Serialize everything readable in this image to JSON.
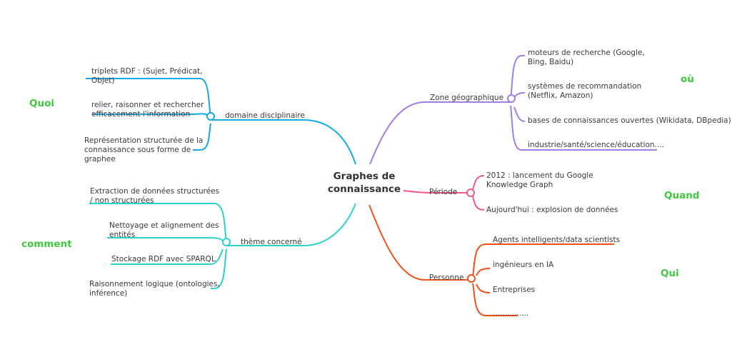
{
  "center": {
    "line1": "Graphes de",
    "line2": "connaissance"
  },
  "colors": {
    "blue": "#14a9e8",
    "teal": "#2ed1c9",
    "purple": "#a07ee6",
    "pink": "#ee5a8c",
    "orange": "#f0521c",
    "question": "#3fc93f"
  },
  "questions": {
    "quoi": "Quoi",
    "comment": "comment",
    "ou": "où",
    "quand": "Quand",
    "qui": "Qui"
  },
  "domaine": {
    "label": "domaine disciplinaire",
    "children": [
      [
        "triplets RDF : (Sujet, Prédicat,",
        "Objet)"
      ],
      [
        "relier, raisonner et rechercher",
        "efficacement l'information"
      ],
      [
        "Représentation structurée de la",
        "connaissance sous forme de",
        "graphee"
      ]
    ]
  },
  "theme": {
    "label": "thème concerné",
    "children": [
      [
        "Extraction de données structurées",
        "/ non structurées"
      ],
      [
        "Nettoyage et alignement des",
        "entités"
      ],
      [
        "Stockage RDF avec SPARQL"
      ],
      [
        "Raisonnement logique (ontologies,",
        "inférence)"
      ]
    ]
  },
  "zone": {
    "label": "Zone géographique",
    "children": [
      [
        "moteurs de recherche (Google,",
        "Bing, Baidu)"
      ],
      [
        "systèmes de recommandation",
        "(Netflix, Amazon)"
      ],
      [
        "bases de connaissances ouvertes (Wikidata, DBpedia)"
      ],
      [
        "industrie/santé/science/éducation...."
      ]
    ]
  },
  "periode": {
    "label": "Période",
    "children": [
      [
        "2012 : lancement du Google",
        "Knowledge Graph"
      ],
      [
        "Aujourd'hui : explosion de données"
      ]
    ]
  },
  "personne": {
    "label": "Personne",
    "children": [
      [
        "Agents intelligents/data scientists"
      ],
      [
        "ingénieurs en IA"
      ],
      [
        "Entreprises"
      ],
      [
        "..............."
      ]
    ]
  }
}
